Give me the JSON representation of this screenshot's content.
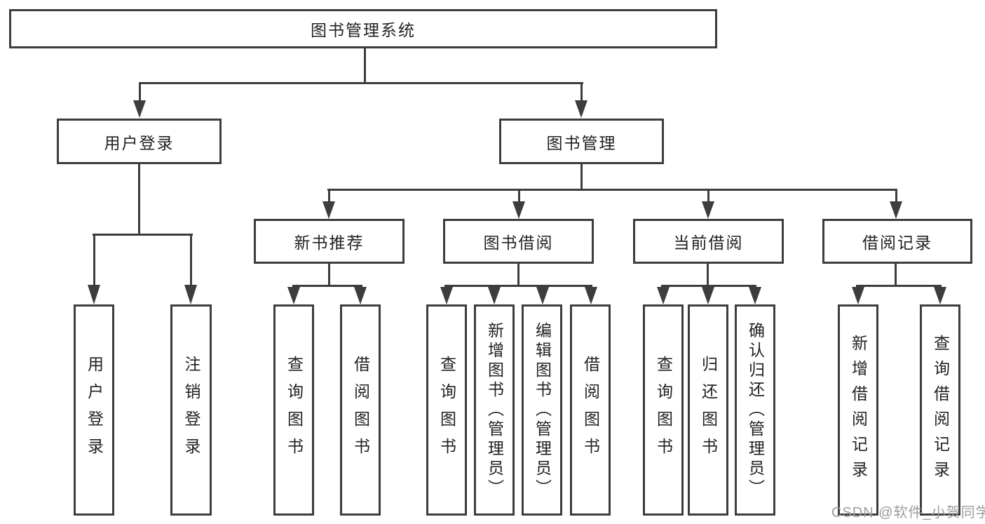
{
  "nodes": {
    "root": "图书管理系统",
    "level2": [
      "用户登录",
      "图书管理"
    ],
    "level3": [
      "新书推荐",
      "图书借阅",
      "当前借阅",
      "借阅记录"
    ],
    "leaves": [
      "用户登录",
      "注销登录",
      "查询图书",
      "借阅图书",
      "查询图书",
      "新增图书（管理员）",
      "编辑图书（管理员）",
      "借阅图书",
      "查询图书",
      "归还图书",
      "确认归还（管理员）",
      "新增借阅记录",
      "查询借阅记录"
    ]
  },
  "watermark": {
    "text": "CSDN @软件_小贺同学"
  },
  "colors": {
    "line": "#3d3d3d",
    "text": "#222222",
    "watermark": "#9c9c9c",
    "background": "#ffffff"
  }
}
